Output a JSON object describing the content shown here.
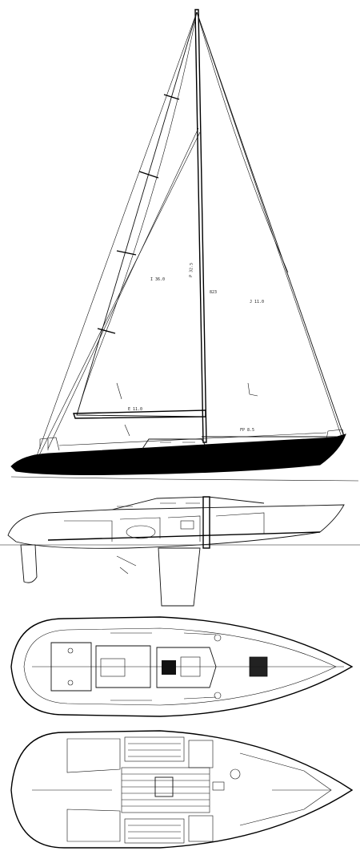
{
  "drawing": {
    "sail_plan": {
      "labels": [
        "I 36.0",
        "P 32.5",
        "J 11.0",
        "E 11.0",
        "FP 8.5",
        "823"
      ]
    },
    "colors": {
      "line": "#111111",
      "hull": "#000000",
      "paper": "#ffffff"
    }
  }
}
